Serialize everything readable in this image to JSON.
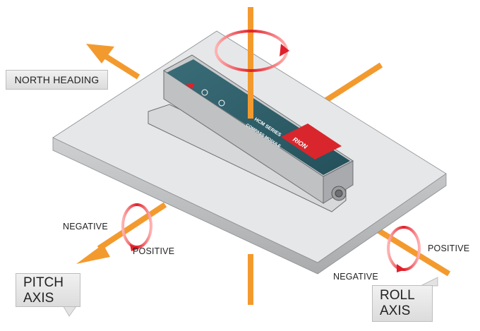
{
  "labels": {
    "north_heading": "NORTH HEADING",
    "pitch_axis": [
      "PITCH",
      "AXIS"
    ],
    "roll_axis": [
      "ROLL",
      "AXIS"
    ],
    "pitch_negative": "NEGATIVE",
    "pitch_positive": "POSITIVE",
    "roll_positive": "POSITIVE",
    "roll_negative": "NEGATIVE"
  },
  "module": {
    "series": "HCM SERIES",
    "subtitle": "COMPASS MODULE",
    "brand": "RION"
  },
  "colors": {
    "axis_orange": "#f39a2e",
    "rotation_red": "#e0202a",
    "board_fill": "#e6e7e8",
    "module_teal": "#2f5f6a",
    "brand_red": "#d8262c"
  },
  "icons": [
    "rotation-arrow-icon",
    "axis-arrow-icon",
    "connector-icon"
  ]
}
